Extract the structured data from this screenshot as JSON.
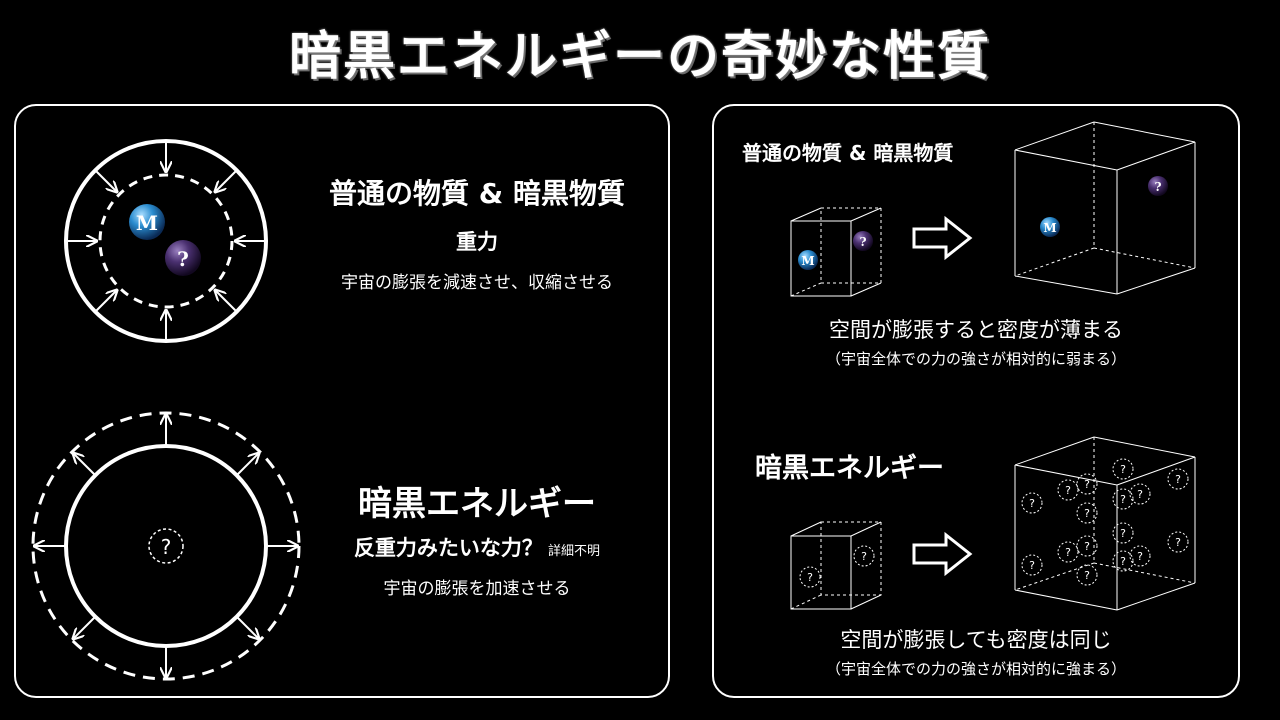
{
  "title": "暗黒エネルギーの奇妙な性質",
  "left": {
    "matter": {
      "heading": "普通の物質 & 暗黒物質",
      "force": "重力",
      "effect": "宇宙の膨張を減速させ、収縮させる",
      "ball_m": "M",
      "ball_q": "?"
    },
    "dark_energy": {
      "heading": "暗黒エネルギー",
      "force": "反重力みたいな力？",
      "force_note": "詳細不明",
      "effect": "宇宙の膨張を加速させる",
      "ball_q": "?"
    }
  },
  "right": {
    "matter": {
      "heading": "普通の物質 & 暗黒物質",
      "caption": "空間が膨張すると密度が薄まる",
      "subcaption": "（宇宙全体での力の強さが相対的に弱まる）",
      "ball_m": "M",
      "ball_q": "?"
    },
    "dark_energy": {
      "heading": "暗黒エネルギー",
      "caption": "空間が膨張しても密度は同じ",
      "subcaption": "（宇宙全体での力の強さが相対的に強まる）",
      "ball_q": "?"
    }
  },
  "colors": {
    "background": "#000000",
    "foreground": "#ffffff",
    "matter_ball": "#2a8ccf",
    "dark_ball": "#4a3070"
  },
  "icons": [
    "arrow-inward",
    "arrow-outward",
    "expansion-arrow",
    "cube-wireframe"
  ]
}
